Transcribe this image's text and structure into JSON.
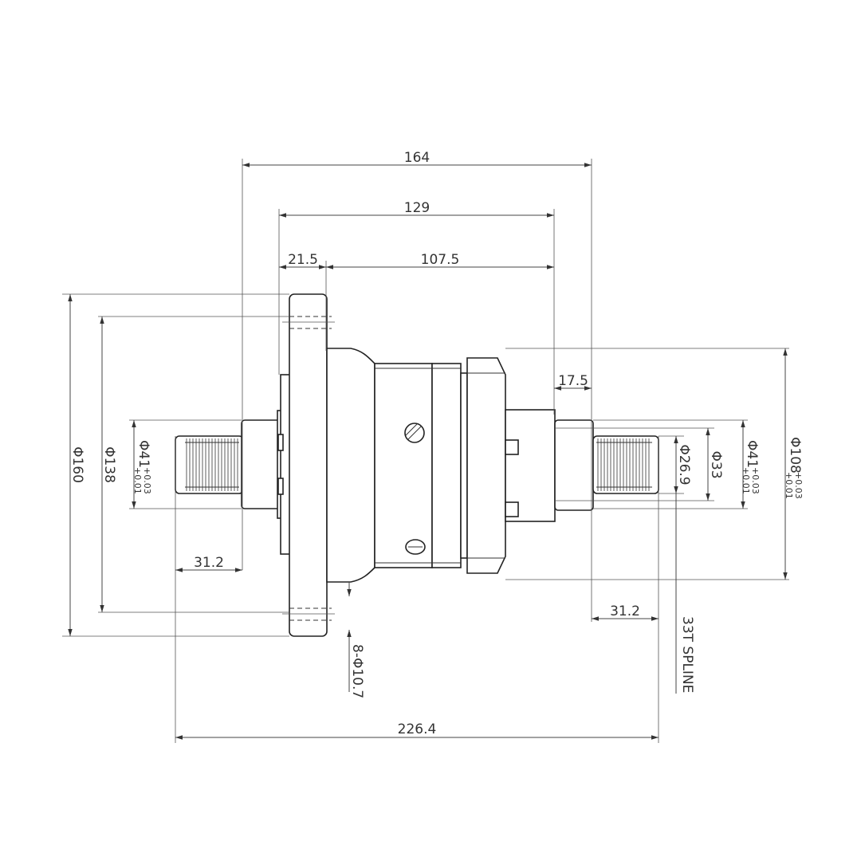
{
  "dimensions": {
    "overall_length": "164",
    "body_length": "129",
    "flange_offset": "21.5",
    "body_right": "107.5",
    "shaft_step": "17.5",
    "spline_left": "31.2",
    "spline_right": "31.2",
    "total_length": "226.4",
    "dia_160": "Φ160",
    "dia_138": "Φ138",
    "dia_41_left": "Φ41",
    "dia_41_left_tol_upper": "+0.03",
    "dia_41_left_tol_lower": "+0.01",
    "dia_41_right": "Φ41",
    "dia_41_right_tol_upper": "+0.03",
    "dia_41_right_tol_lower": "+0.01",
    "dia_26_9": "Φ26.9",
    "dia_33": "Φ33",
    "dia_108": "Φ108",
    "dia_108_tol_upper": "+0.03",
    "dia_108_tol_lower": "+0.01",
    "holes": "8-Φ10.7"
  },
  "notes": {
    "spline": "33T SPLINE"
  }
}
